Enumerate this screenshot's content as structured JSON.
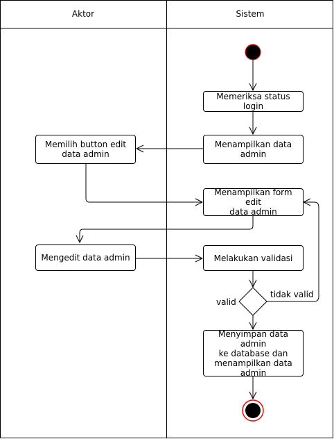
{
  "lanes": {
    "actor": "Aktor",
    "system": "Sistem"
  },
  "nodes": {
    "check_login": "Memeriksa status login",
    "show_data": "Menampilkan data\nadmin",
    "choose_edit": "Memilih button edit\ndata admin",
    "show_form": "Menampilkan form edit\ndata admin",
    "edit_data": "Mengedit data admin",
    "validate": "Melakukan validasi",
    "save_data": "Menyimpan data admin\nke database dan\nmenampilkan data\nadmin"
  },
  "guards": {
    "valid": "valid",
    "invalid": "tidak valid"
  },
  "colors": {
    "line": "#000000",
    "final_ring": "#ff0000",
    "start": "#000000"
  }
}
